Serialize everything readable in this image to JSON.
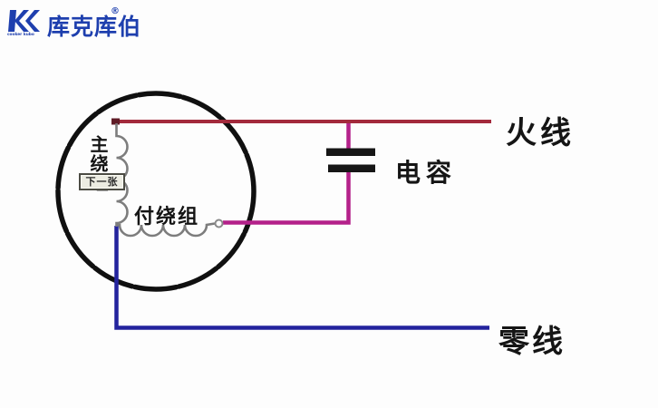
{
  "brand": {
    "name": "库克库伯",
    "registered_mark": "®",
    "tagline": "cooker kubo",
    "blue": "#1e3fae"
  },
  "diagram": {
    "labels": {
      "main_winding": "主绕组",
      "aux_winding": "付绕组",
      "capacitor": "电容",
      "live_wire": "火线",
      "neutral_wire": "零线",
      "tooltip": "下一张"
    },
    "colors": {
      "live_wire": "#a32a3c",
      "live_wire_dot": "#5f1b26",
      "capacitor_branch": "#b4218a",
      "neutral_wire": "#23239d",
      "winding": "#7d7d7d",
      "motor_outline": "#101010",
      "capacitor_plate": "#161616",
      "terminal_stroke": "#8a8a8a"
    }
  }
}
